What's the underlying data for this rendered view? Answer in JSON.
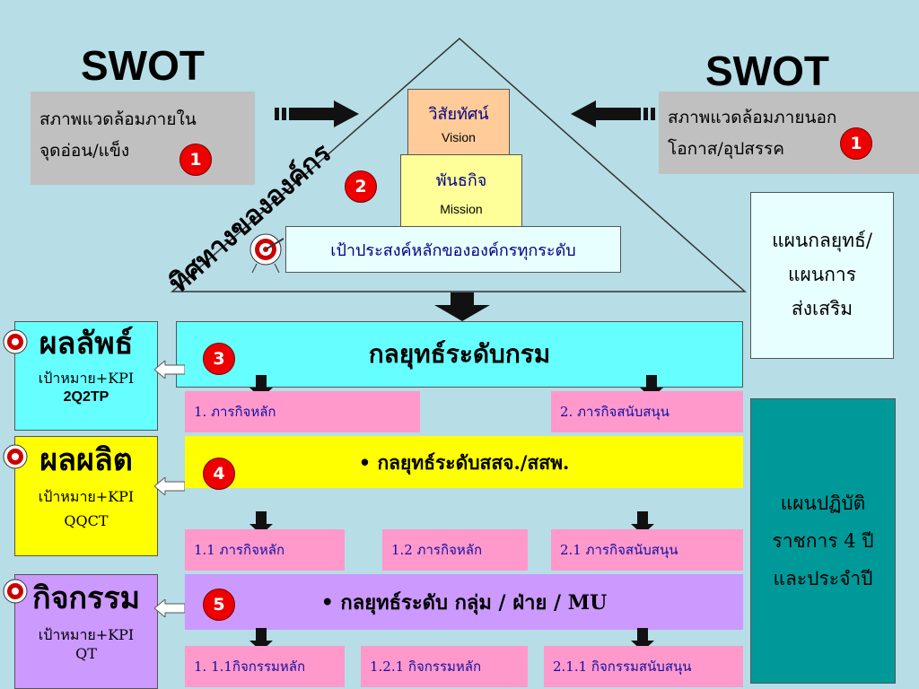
{
  "swot_left": {
    "title": "SWOT",
    "line1": "สภาพแวดล้อมภายใน",
    "line2": "จุดอ่อน/แข็ง",
    "badge": "1"
  },
  "swot_right": {
    "title": "SWOT",
    "line1": "สภาพแวดล้อมภายนอก",
    "line2": "โอกาส/อุปสรรค",
    "badge": "1"
  },
  "pyramid": {
    "vision": "วิสัยทัศน์",
    "vision_en": "Vision",
    "mission": "พันธกิจ",
    "mission_en": "Mission",
    "goal": "เป้าประสงค์หลักขององค์กรทุกระดับ",
    "direction": "ทิศทางขององค์กร",
    "badge": "2"
  },
  "plan_box": {
    "line1": "แผนกลยุทธ์/",
    "line2": "แผนการ",
    "line3": "ส่งเสริม"
  },
  "ops_box": {
    "line1": "แผนปฏิบัติ",
    "line2": "ราชการ 4 ปี",
    "line3": "และประจำปี"
  },
  "levels": [
    {
      "badge": "3",
      "title": "กลยุทธ์ระดับกรม",
      "side": {
        "title": "ผลลัพธ์",
        "sub1": "เป้าหมาย+KPI",
        "sub2": "2Q2TP"
      },
      "items": [
        "1. ภารกิจหลัก",
        "2. ภารกิจสนับสนุน"
      ]
    },
    {
      "badge": "4",
      "title": "• กลยุทธ์ระดับสสจ./สสพ.",
      "side": {
        "title": "ผลผลิต",
        "sub1": "เป้าหมาย+KPI",
        "sub2": "QQCT"
      },
      "items": [
        "1.1 ภารกิจหลัก",
        "1.2 ภารกิจหลัก",
        "2.1 ภารกิจสนับสนุน"
      ]
    },
    {
      "badge": "5",
      "title": "• กลยุทธ์ระดับ กลุ่ม / ฝ่าย /  MU",
      "side": {
        "title": "กิจกรรม",
        "sub1": "เป้าหมาย+KPI",
        "sub2": "QT"
      },
      "items": [
        "1. 1.1กิจกรรมหลัก",
        "1.2.1 กิจกรรมหลัก",
        "2.1.1 กิจกรรมสนับสนุน"
      ]
    }
  ],
  "colors": {
    "background": "#b7dde6",
    "level1": "#66ffff",
    "level2": "#ffff00",
    "level3": "#cc99ff",
    "pink": "#ff99cc",
    "swot_box": "#c0c0c0",
    "ops_box": "#009999",
    "badge": "#ee0000"
  }
}
